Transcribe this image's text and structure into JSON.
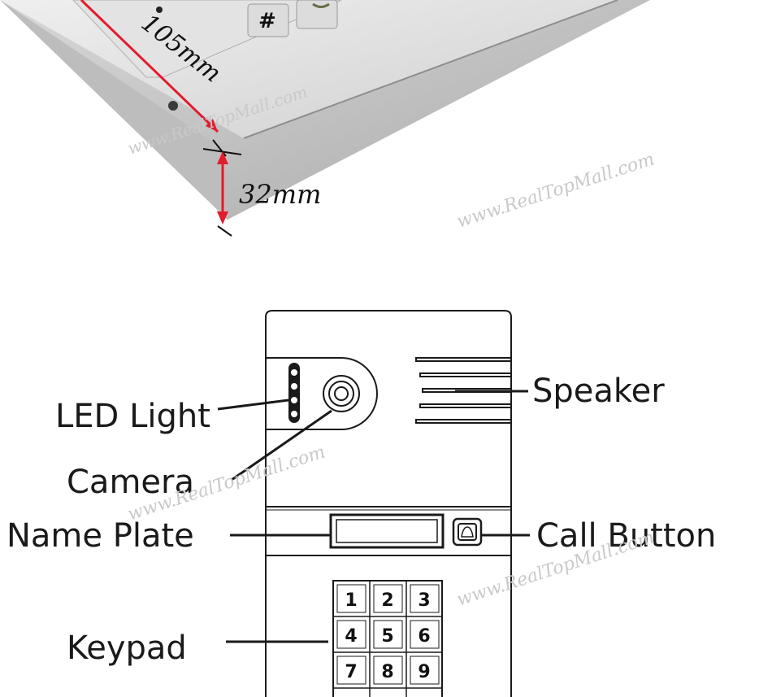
{
  "dimensions": {
    "length": "105mm",
    "depth": "32mm"
  },
  "watermark": "www.RealTopMall.com",
  "labels": {
    "led_light": "LED Light",
    "camera": "Camera",
    "name_plate": "Name Plate",
    "keypad": "Keypad",
    "speaker": "Speaker",
    "call_button": "Call Button"
  },
  "keypad_keys": [
    "1",
    "2",
    "3",
    "4",
    "5",
    "6",
    "7",
    "8",
    "9"
  ],
  "photo_key_glyph": "#"
}
